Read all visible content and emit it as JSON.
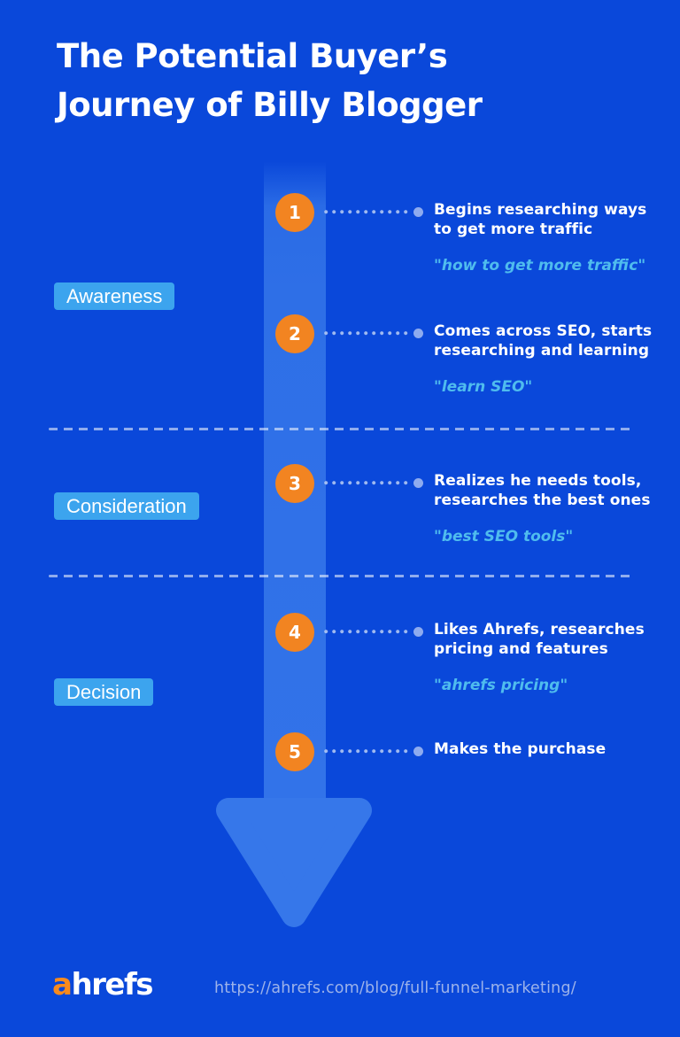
{
  "title": {
    "lines": [
      "The Potential Buyer’s",
      "Journey of Billy Blogger"
    ]
  },
  "stages": [
    {
      "label": "Awareness"
    },
    {
      "label": "Consideration"
    },
    {
      "label": "Decision"
    }
  ],
  "steps": [
    {
      "number": "1",
      "line1": "Begins researching ways",
      "line2": "to get more traffic",
      "query": "\"how to get more traffic\""
    },
    {
      "number": "2",
      "line1": "Comes across SEO, starts",
      "line2": "researching and learning",
      "query": "\"learn SEO\""
    },
    {
      "number": "3",
      "line1": "Realizes he needs tools,",
      "line2": "researches the best ones",
      "query": "\"best SEO tools\""
    },
    {
      "number": "4",
      "line1": "Likes Ahrefs, researches",
      "line2": "pricing and features",
      "query": "\"ahrefs pricing\""
    },
    {
      "number": "5",
      "line1": "Makes the purchase",
      "line2": "",
      "query": ""
    }
  ],
  "footer": {
    "logo_accent": "a",
    "logo_rest": "hrefs",
    "url": "https://ahrefs.com/blog/full-funnel-marketing/"
  },
  "colors": {
    "background": "#0A48DA",
    "arrow": "#2E6FE7",
    "arrowhead": "#3677EA",
    "step_circle": "#F28421",
    "stage_label_bg": "#3CA4EE",
    "query_text": "#4FBCEE",
    "leader_dots": "#BACDF5",
    "url_text": "#9DB3EA",
    "logo_accent": "#F88A1D"
  }
}
